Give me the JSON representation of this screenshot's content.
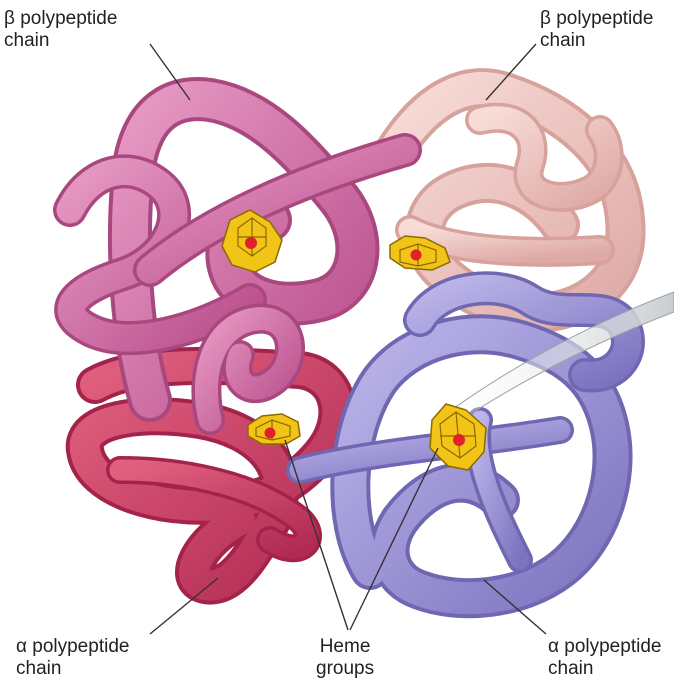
{
  "labels": {
    "beta_left": {
      "line1": "β polypeptide",
      "line2": "chain"
    },
    "beta_right": {
      "line1": "β polypeptide",
      "line2": "chain"
    },
    "alpha_left": {
      "line1": "α polypeptide",
      "line2": "chain"
    },
    "alpha_right": {
      "line1": "α polypeptide",
      "line2": "chain"
    },
    "heme": {
      "line1": "Heme",
      "line2": "groups"
    }
  },
  "colors": {
    "beta_left_chain": "#d46aa4",
    "beta_right_chain": "#f0c4c0",
    "alpha_left_chain": "#d2456b",
    "alpha_right_chain": "#9b92d6",
    "heme": "#f2c418",
    "iron": "#e0202a",
    "pointer_line": "#333333"
  }
}
